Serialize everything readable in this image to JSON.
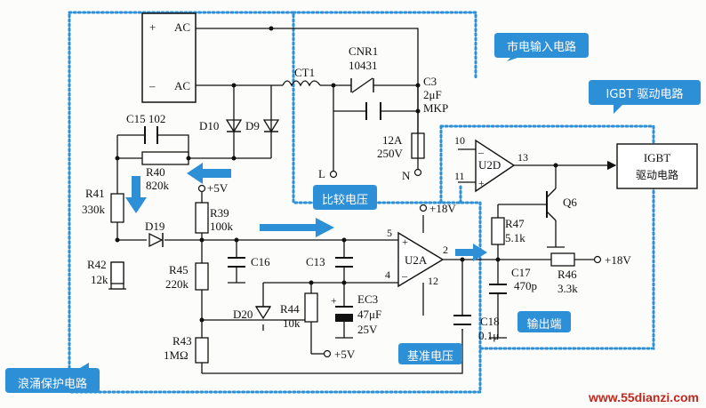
{
  "colors": {
    "accent": "#2d8fd6",
    "callout_fill": "#2d8fd6",
    "callout_text": "#ffffff",
    "wire": "#111111"
  },
  "callouts": {
    "mains_input": "市电输入电路",
    "igbt_drive_circuit": "IGBT 驱动电路",
    "comparison_voltage": "比较电压",
    "output_terminal": "输出端",
    "reference_voltage": "基准电压",
    "surge_protection": "浪涌保护电路"
  },
  "bridge": {
    "plus": "+",
    "minus": "–",
    "ac_top": "AC",
    "ac_bottom": "AC"
  },
  "components": {
    "c15": "C15 102",
    "ct1": "CT1",
    "cnr1": "CNR1",
    "cnr1_value": "10431",
    "c3": "C3",
    "c3_value": "2μF",
    "c3_type": "MKP",
    "d10": "D10",
    "d9": "D9",
    "r40": "R40",
    "r40_value": "820k",
    "fuse": "12A",
    "fuse_value": "250V",
    "r41": "R41",
    "r41_value": "330k",
    "plus5v_top": "+5V",
    "r39": "R39",
    "r39_value": "100k",
    "d19": "D19",
    "r42": "R42",
    "r42_value": "12k",
    "r45": "R45",
    "r45_value": "220k",
    "c16": "C16",
    "c13": "C13",
    "d20": "D20",
    "r44": "R44",
    "r44_value": "10k",
    "ec3": "EC3",
    "ec3_value": "47μF",
    "ec3_voltage": "25V",
    "r43": "R43",
    "r43_value": "1MΩ",
    "plus5v_bottom": "+5V",
    "u2a": "U2A",
    "u2d": "U2D",
    "plus18v_top": "+18V",
    "r47": "R47",
    "r47_value": "5.1k",
    "q6": "Q6",
    "c17": "C17",
    "c17_value": "470p",
    "r46": "R46",
    "r46_value": "3.3k",
    "plus18v_right": "+18V",
    "c18": "C18",
    "c18_value": "0.1μ",
    "terminal_l": "L",
    "terminal_n": "N"
  },
  "pins": {
    "p10": "10",
    "p11": "11",
    "p13": "13",
    "p5": "5",
    "p4": "4",
    "p2": "2",
    "p12": "12",
    "u2d_minus": "–",
    "u2d_plus": "+",
    "u2a_plus": "+",
    "u2a_minus": "–"
  },
  "igbt_box": {
    "line1": "IGBT",
    "line2": "驱动电路"
  },
  "watermark": "www.55dianzi.com"
}
